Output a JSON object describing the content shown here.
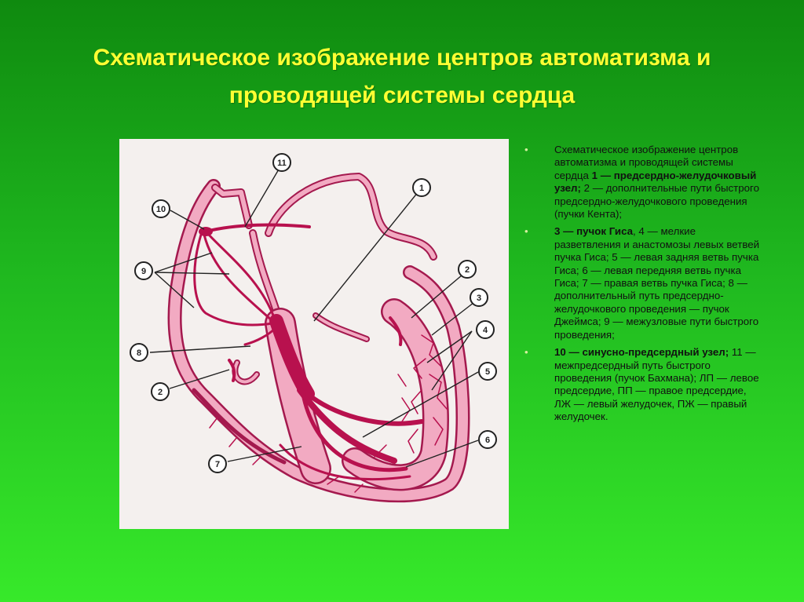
{
  "slide": {
    "title": "Схематическое изображение центров автоматизма и проводящей системы сердца"
  },
  "diagram": {
    "callouts": [
      "1",
      "2",
      "2",
      "3",
      "4",
      "5",
      "6",
      "7",
      "8",
      "9",
      "10",
      "11"
    ]
  },
  "legend": [
    {
      "parts": [
        {
          "text": "Схематическое изображение центров автоматизма и проводящей системы сердца ",
          "bold": false
        },
        {
          "text": "1 — предсердно-желудочковый узел;",
          "bold": true
        },
        {
          "text": " 2 — дополнительные пути быстрого предсердно-желудочкового проведения (пучки Кента);",
          "bold": false
        }
      ]
    },
    {
      "parts": [
        {
          "text": "3 — пучок Гиса",
          "bold": true
        },
        {
          "text": ", 4 — мелкие разветвления и анастомозы левых ветвей пучка Гиса; 5 — левая задняя ветвь пучка Гиса; 6 — левая передняя ветвь пучка Гиса; 7 — правая ветвь пучка Гиса; 8 — дополнительный путь предсердно-желудочкового проведения — пучок Джеймса; 9 — межузловые пути быстрого проведения;",
          "bold": false
        }
      ]
    },
    {
      "parts": [
        {
          "text": "10 — синусно-предсердный узел;",
          "bold": true
        },
        {
          "text": " 11 — межпредсердный путь быстрого проведения (пучок Бахмана); ЛП — левое предсердие, ПП — правое предсердие, ЛЖ — левый желудочек, ПЖ — правый желудочек.",
          "bold": false
        }
      ]
    }
  ],
  "colors": {
    "title": "#ffff33",
    "tissue": "#f2aac2",
    "conduction": "#b8114e",
    "outline": "#a4194e"
  }
}
